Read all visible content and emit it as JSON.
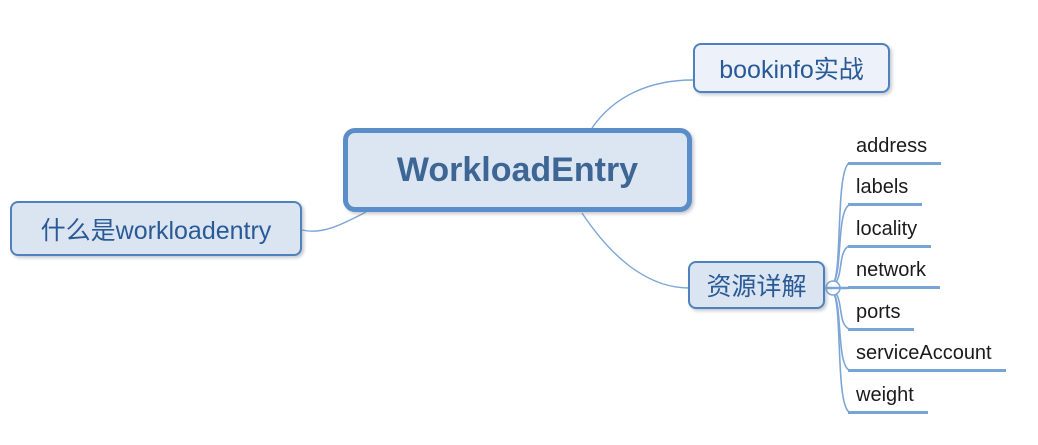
{
  "diagram": {
    "type": "mindmap",
    "root": {
      "label": "WorkloadEntry"
    },
    "branches": [
      {
        "label": "什么是workloadentry",
        "position": "left",
        "children": []
      },
      {
        "label": "bookinfo实战",
        "position": "top-right",
        "children": []
      },
      {
        "label": "资源详解",
        "position": "bottom-right",
        "children": [
          "address",
          "labels",
          "locality",
          "network",
          "ports",
          "serviceAccount",
          "weight"
        ]
      }
    ]
  },
  "colors": {
    "background": "#ffffff",
    "root_border": "#5b8dc9",
    "root_fill": "#dce6f2",
    "root_text": "#3e6695",
    "node_border": "#4f81bd",
    "node_fill": "#dbe5f1",
    "node_text": "#2a5a96",
    "branch_line": "#78a4d6",
    "child_text": "#1b1b1b"
  }
}
